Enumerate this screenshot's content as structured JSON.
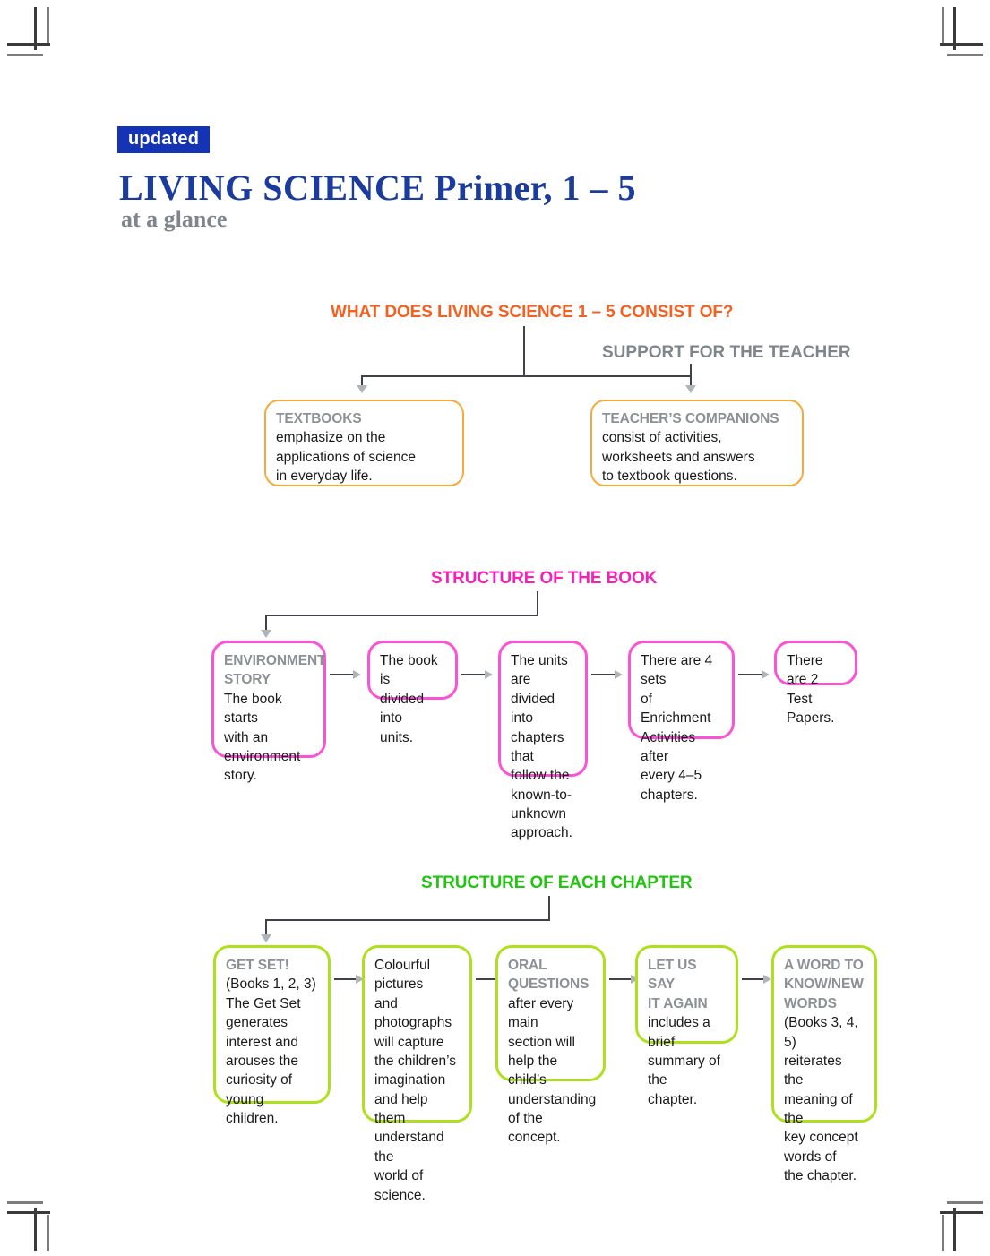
{
  "header": {
    "badge": "updated",
    "title": "LIVING  SCIENCE  Primer, 1 – 5",
    "subtitle": "at a glance"
  },
  "colors": {
    "badge_bg": "#1534b5",
    "title_blue": "#1b3c9e",
    "subtitle_gray": "#7e858c",
    "orange": "#f4601f",
    "orange_border": "#f8a93c",
    "magenta": "#f520b8",
    "pink_border": "#fb53d5",
    "green": "#22c412",
    "green_border": "#aee01d",
    "head_gray": "#8c9196",
    "connector": "#3f4347",
    "arrowhead": "#aeb4b8"
  },
  "sections": [
    {
      "id": "consist",
      "title": "WHAT DOES LIVING SCIENCE 1 – 5 CONSIST OF?",
      "side_label": "SUPPORT FOR THE TEACHER",
      "boxes": [
        {
          "head": "TEXTBOOKS",
          "body": "emphasize on the\napplications of science\nin everyday life."
        },
        {
          "head": "TEACHER’S COMPANIONS",
          "body": "consist of activities,\nworksheets and answers\nto textbook questions."
        }
      ]
    },
    {
      "id": "structure-book",
      "title": "STRUCTURE OF THE BOOK",
      "boxes": [
        {
          "head": "ENVIRONMENT\nSTORY",
          "body": "The book starts\nwith an\nenvironment\nstory."
        },
        {
          "head": "",
          "body": "The book is\ndivided into\nunits."
        },
        {
          "head": "",
          "body": "The units are\ndivided into\nchapters that\nfollow the\nknown-to-\nunknown\napproach."
        },
        {
          "head": "",
          "body": "There are 4 sets\nof Enrichment\nActivities after\nevery 4–5\nchapters."
        },
        {
          "head": "",
          "body": "There are 2\nTest Papers."
        }
      ]
    },
    {
      "id": "structure-chapter",
      "title": "STRUCTURE OF EACH CHAPTER",
      "boxes": [
        {
          "head": "GET SET!",
          "body": "(Books 1, 2, 3)\nThe Get Set\ngenerates\ninterest and\narouses the\ncuriosity of\nyoung children."
        },
        {
          "head": "",
          "body": "Colourful\npictures\nand photographs\nwill capture\nthe children’s\nimagination\nand help them\nunderstand the\nworld of science."
        },
        {
          "head": "ORAL\nQUESTIONS",
          "body": "after every main\nsection will\nhelp the child’s\nunderstanding\nof the concept."
        },
        {
          "head": "LET US SAY\nIT AGAIN",
          "body": "includes a brief\nsummary of the\nchapter."
        },
        {
          "head": "A WORD TO\nKNOW/NEW\nWORDS",
          "body": "(Books 3, 4, 5)\nreiterates the\nmeaning of the\nkey concept\nwords of\nthe chapter."
        }
      ]
    }
  ]
}
